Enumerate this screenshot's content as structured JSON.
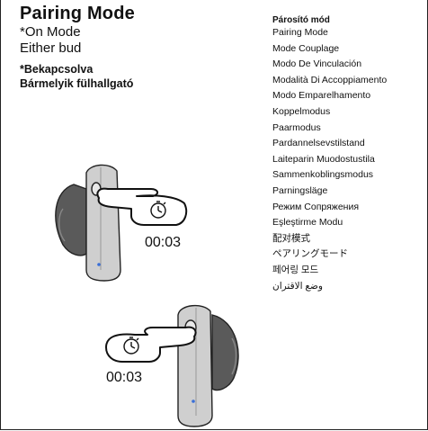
{
  "header": {
    "title": "Pairing Mode",
    "subtitle1": "*On Mode",
    "subtitle2": "Either bud",
    "hu_line1": "*Bekapcsolva",
    "hu_line2": "Bármelyik fülhallgató"
  },
  "translations": {
    "heading": "Párosító mód",
    "items": [
      "Pairing Mode",
      "Mode Couplage",
      "Modo De Vinculación",
      "Modalità Di Accoppiamento",
      "Modo Emparelhamento",
      "Koppelmodus",
      "Paarmodus",
      "Pardannelsevstilstand",
      "Laiteparin Muodostustila",
      "Sammenkoblingsmodus",
      "Parningsläge",
      "Режим Сопряжения",
      "Eşleştirme Modu",
      "配对模式",
      "ペアリングモード",
      "페어링 모드",
      "وضع الاقتران"
    ]
  },
  "illustrations": {
    "timer_top": "00:03",
    "timer_bottom": "00:03",
    "icons": [
      "earbud-icon",
      "hand-pointer-icon",
      "stopwatch-icon"
    ]
  }
}
